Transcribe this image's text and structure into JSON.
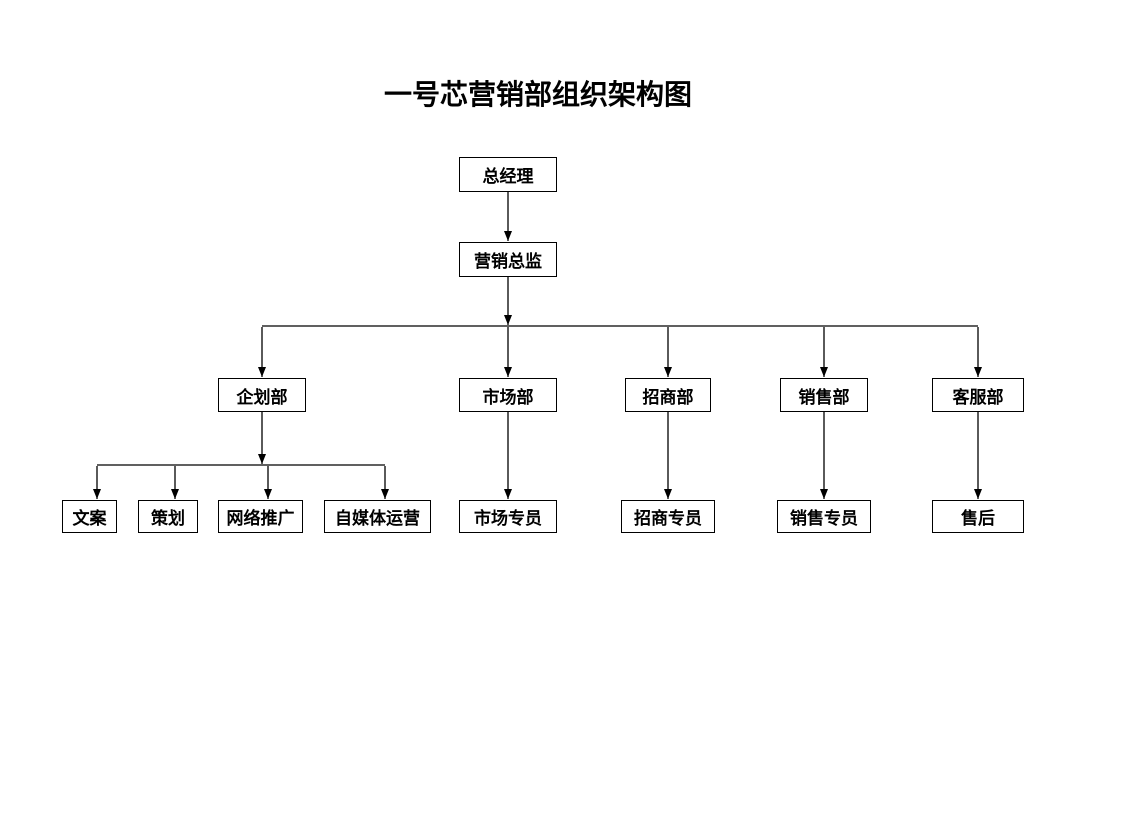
{
  "title": "一号芯营销部组织架构图",
  "colors": {
    "background": "#ffffff",
    "line": "#000000",
    "box_border": "#000000",
    "text": "#000000"
  },
  "org": {
    "root": {
      "label": "总经理"
    },
    "director": {
      "label": "营销总监"
    },
    "departments": [
      {
        "label": "企划部",
        "children": [
          {
            "label": "文案"
          },
          {
            "label": "策划"
          },
          {
            "label": "网络推广"
          },
          {
            "label": "自媒体运营"
          }
        ]
      },
      {
        "label": "市场部",
        "children": [
          {
            "label": "市场专员"
          }
        ]
      },
      {
        "label": "招商部",
        "children": [
          {
            "label": "招商专员"
          }
        ]
      },
      {
        "label": "销售部",
        "children": [
          {
            "label": "销售专员"
          }
        ]
      },
      {
        "label": "客服部",
        "children": [
          {
            "label": "售后"
          }
        ]
      }
    ]
  }
}
